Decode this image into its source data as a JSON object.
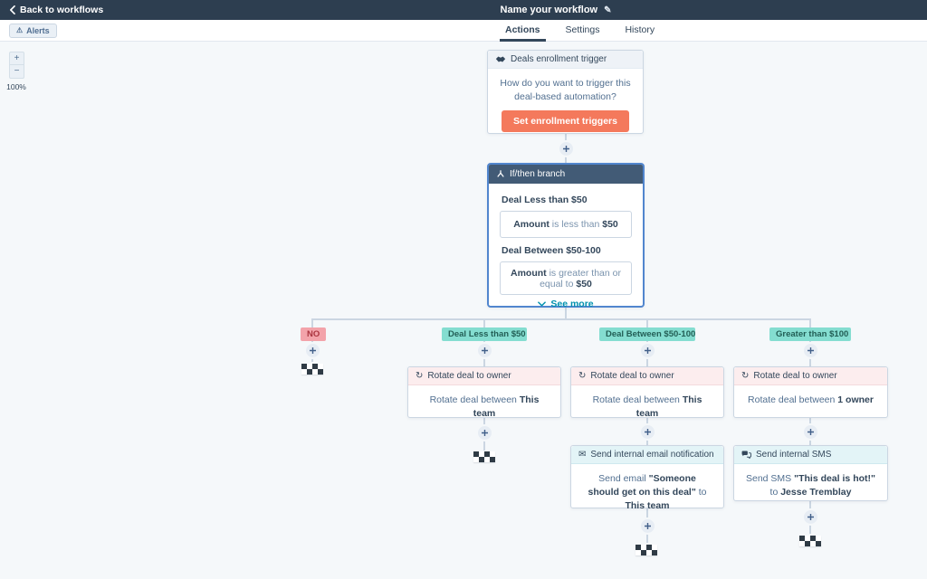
{
  "top_nav": {
    "back_label": "Back to workflows",
    "workflow_title": "Name your workflow"
  },
  "toolbar": {
    "alerts_label": "Alerts",
    "tabs": [
      {
        "label": "Actions",
        "active": true
      },
      {
        "label": "Settings",
        "active": false
      },
      {
        "label": "History",
        "active": false
      }
    ]
  },
  "zoom_controls": {
    "zoom_in": "+",
    "zoom_out": "−",
    "zoom_level": "100%"
  },
  "icons": {
    "pencil": "✎",
    "warning": "⚠",
    "rotate": "↻",
    "envelope": "✉"
  },
  "colors": {
    "top_nav_bg": "#2d3e50",
    "canvas_bg": "#f5f8fa",
    "accent_orange": "#f4795c",
    "link_teal": "#0091ae",
    "selected_border_blue": "#5186ce",
    "if_then_header_bg": "#425b76",
    "branch_badge_bg": "#84ddd0",
    "no_badge_bg": "#f3a3aa",
    "card_border": "#cbd6e2"
  },
  "workflow": {
    "trigger": {
      "title": "Deals enrollment trigger",
      "body": "How do you want to trigger this deal-based automation?",
      "button_label": "Set enrollment triggers"
    },
    "if_then": {
      "title": "If/then branch",
      "conditions": [
        {
          "label": "Deal Less than $50",
          "field": "Amount",
          "operator": "is less than",
          "value": "$50"
        },
        {
          "label": "Deal Between $50-100",
          "field": "Amount",
          "operator": "is greater than or equal to",
          "value": "$50"
        }
      ],
      "see_more_label": "See more"
    },
    "branch_labels": [
      "NO",
      "Deal Less than $50",
      "Deal Between $50-100",
      "Greater than $100"
    ],
    "actions": {
      "rotate_1": {
        "title": "Rotate deal to owner",
        "text_pre": "Rotate deal between",
        "text_bold": "This team"
      },
      "rotate_2": {
        "title": "Rotate deal to owner",
        "text_pre": "Rotate deal between",
        "text_bold": "This team"
      },
      "rotate_3": {
        "title": "Rotate deal to owner",
        "text_pre": "Rotate deal between",
        "text_bold": "1 owner"
      },
      "email": {
        "title": "Send internal email notification",
        "text_pre": "Send email",
        "text_bold_1": "\"Someone should get on this deal\"",
        "text_mid": "to",
        "text_bold_2": "This team"
      },
      "sms": {
        "title": "Send internal SMS",
        "text_pre": "Send SMS",
        "text_bold_1": "\"This deal is hot!\"",
        "text_mid": "to",
        "text_bold_2": "Jesse Tremblay"
      }
    }
  }
}
